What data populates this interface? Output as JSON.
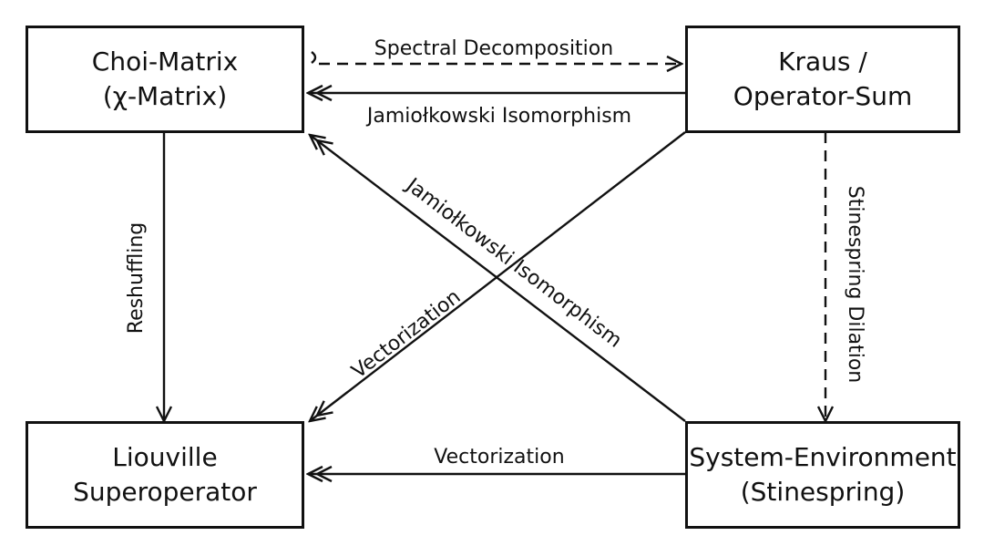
{
  "nodes": {
    "choi": {
      "line1": "Choi-Matrix",
      "line2": "(χ-Matrix)"
    },
    "kraus": {
      "line1": "Kraus /",
      "line2": "Operator-Sum"
    },
    "liouville": {
      "line1": "Liouville",
      "line2": "Superoperator"
    },
    "system": {
      "line1": "System-Environment",
      "line2": "(Stinespring)"
    }
  },
  "edges": {
    "spectral": {
      "label": "Spectral Decomposition",
      "style": "dashed"
    },
    "jamiol_top": {
      "label": "Jamiołkowski Isomorphism",
      "style": "solid"
    },
    "reshuffling": {
      "label": "Reshuffling",
      "style": "solid"
    },
    "stinespring": {
      "label": "Stinespring Dilation",
      "style": "dashed"
    },
    "vector_diag": {
      "label": "Vectorization",
      "style": "solid"
    },
    "jamiol_diag": {
      "label": "Jamiołkowski Isomorphism",
      "style": "solid"
    },
    "vector_bottom": {
      "label": "Vectorization",
      "style": "solid"
    }
  },
  "colors": {
    "stroke": "#111111",
    "background": "#ffffff"
  }
}
